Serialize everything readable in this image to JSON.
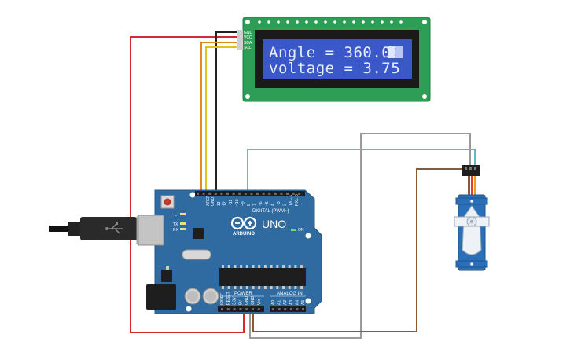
{
  "lcd": {
    "line1": "Angle = 360.00",
    "line2": "voltage = 3.75",
    "pins": [
      "GND",
      "VCC",
      "SDA",
      "SCL"
    ]
  },
  "arduino": {
    "logo_text": "ARDUINO",
    "model": "UNO",
    "on_label": "ON",
    "digital_label": "DIGITAL (PWM~)",
    "power_label": "POWER",
    "analog_label": "ANALOG IN",
    "aref_label": "AREF",
    "gnd_label": "GND",
    "l_label": "L",
    "tx_label": "TX",
    "rx_label": "RX",
    "digital_pins": [
      "13",
      "12",
      "~11",
      "~10",
      "~9",
      "8",
      "7",
      "~6",
      "~5",
      "4",
      "~3",
      "2",
      "TX→1",
      "RX←0"
    ],
    "power_pins": [
      "IOREF",
      "RESET",
      "3.3V",
      "5V",
      "GND",
      "GND",
      "Vin"
    ],
    "analog_pins": [
      "A0",
      "A1",
      "A2",
      "A3",
      "A4",
      "A5"
    ]
  },
  "colors": {
    "board": "#2f6aa0",
    "lcd_pcb": "#2e9e57",
    "lcd_screen": "#3a58c8",
    "wire_red": "#d42a2a",
    "wire_black": "#222222",
    "wire_orange": "#e08a1e",
    "wire_yellow": "#e3c21d",
    "wire_teal": "#5fbcc6",
    "wire_gray": "#9a9a9a",
    "wire_brown": "#8a5a30",
    "servo": "#2a6fb8"
  }
}
